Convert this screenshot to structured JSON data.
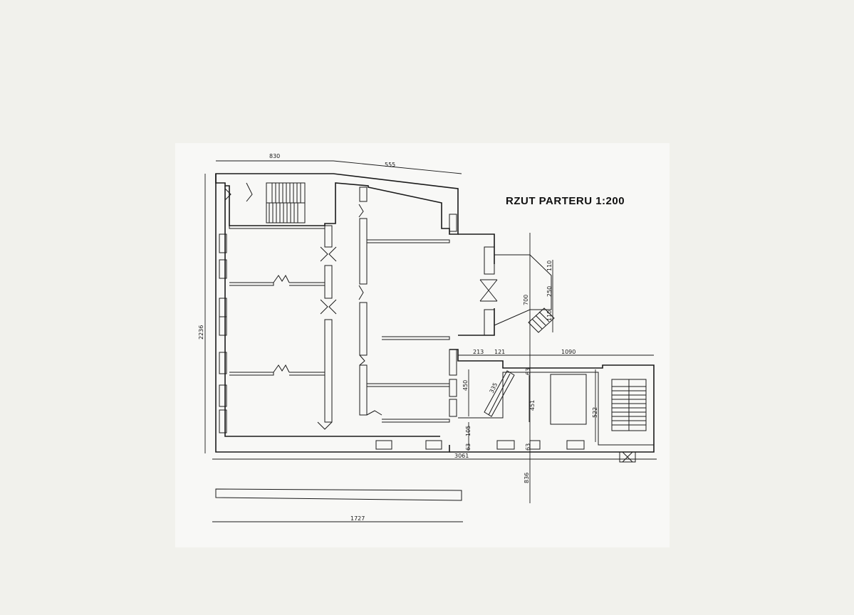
{
  "title": "RZUT PARTERU 1:200",
  "dimensions": {
    "top_left": "830",
    "top_right": "555",
    "left_height": "2236",
    "bottom_total": "3061",
    "section_length": "1727",
    "right_vertical": "700",
    "bay_top": "110",
    "bay_mid": "250",
    "bay_bottom": "110",
    "annex_a": "213",
    "annex_b": "121",
    "annex_c": "1090",
    "annex_height": "450",
    "stair_diag": "335",
    "annex_inner": "451",
    "annex_depth": "522",
    "wall_a": "63",
    "wall_b": "105",
    "wall_c": "63",
    "wall_d": "63",
    "total_vertical": "836"
  }
}
